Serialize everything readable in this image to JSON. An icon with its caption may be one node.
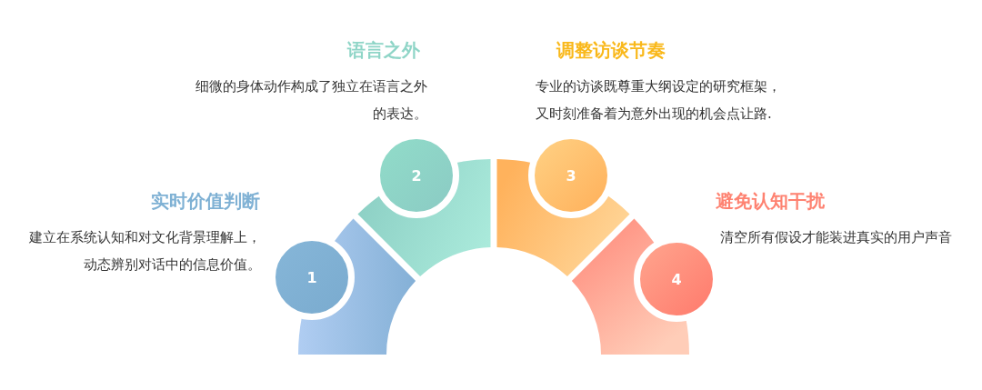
{
  "diagram": {
    "nodes": [
      {
        "text": [
          "1"
        ],
        "beside": [
          "实时价值判断",
          "建立在系统认知和对文化背景理解上，动态辨别对话中的信息价值。"
        ]
      },
      {
        "text": [
          "2"
        ],
        "beside": [
          "语言之外",
          "细微的身体动作构成了独立在语言之外的表达。"
        ]
      },
      {
        "text": [
          "3"
        ],
        "beside": [
          "调整访谈节奏",
          "专业的访谈既尊重大纲设定的研究框架，又时刻准备着为意外出现的机会点让路."
        ]
      },
      {
        "text": [
          "4"
        ],
        "beside": [
          "避免认知干扰",
          "清空所有假设才能装进真实的用户声音"
        ]
      }
    ]
  }
}
